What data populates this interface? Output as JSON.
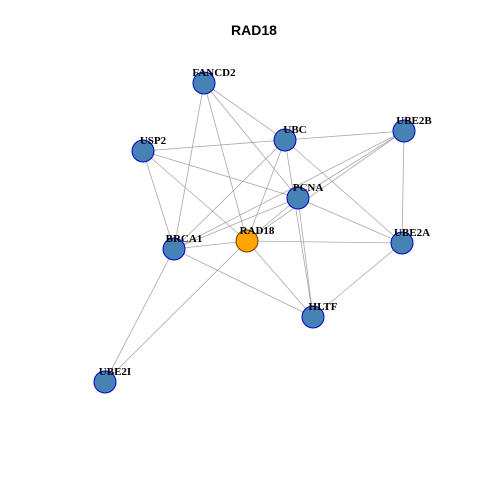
{
  "title": "RAD18",
  "colors": {
    "center_fill": "#FFA500",
    "center_stroke": "#7a3b00",
    "node_fill": "#4682B4",
    "node_stroke": "#0000CD",
    "edge": "#a8a8a8"
  },
  "nodes": [
    {
      "id": "FANCD2",
      "label": "FANCD2",
      "center": false
    },
    {
      "id": "UBC",
      "label": "UBC",
      "center": false
    },
    {
      "id": "UBE2B",
      "label": "UBE2B",
      "center": false
    },
    {
      "id": "USP2",
      "label": "USP2",
      "center": false
    },
    {
      "id": "PCNA",
      "label": "PCNA",
      "center": false
    },
    {
      "id": "RAD18",
      "label": "RAD18",
      "center": true
    },
    {
      "id": "BRCA1",
      "label": "BRCA1",
      "center": false
    },
    {
      "id": "UBE2A",
      "label": "UBE2A",
      "center": false
    },
    {
      "id": "HLTF",
      "label": "HLTF",
      "center": false
    },
    {
      "id": "UBE2I",
      "label": "UBE2I",
      "center": false
    }
  ],
  "edges": [
    [
      "FANCD2",
      "UBC"
    ],
    [
      "FANCD2",
      "PCNA"
    ],
    [
      "FANCD2",
      "RAD18"
    ],
    [
      "FANCD2",
      "BRCA1"
    ],
    [
      "USP2",
      "UBC"
    ],
    [
      "USP2",
      "PCNA"
    ],
    [
      "USP2",
      "RAD18"
    ],
    [
      "USP2",
      "BRCA1"
    ],
    [
      "UBC",
      "UBE2B"
    ],
    [
      "UBC",
      "UBE2A"
    ],
    [
      "UBC",
      "BRCA1"
    ],
    [
      "UBC",
      "RAD18"
    ],
    [
      "UBC",
      "HLTF"
    ],
    [
      "UBE2B",
      "UBE2A"
    ],
    [
      "UBE2B",
      "PCNA"
    ],
    [
      "UBE2B",
      "RAD18"
    ],
    [
      "UBE2B",
      "BRCA1"
    ],
    [
      "PCNA",
      "RAD18"
    ],
    [
      "PCNA",
      "UBE2A"
    ],
    [
      "PCNA",
      "HLTF"
    ],
    [
      "PCNA",
      "BRCA1"
    ],
    [
      "RAD18",
      "BRCA1"
    ],
    [
      "RAD18",
      "UBE2A"
    ],
    [
      "RAD18",
      "HLTF"
    ],
    [
      "BRCA1",
      "HLTF"
    ],
    [
      "BRCA1",
      "UBE2I"
    ],
    [
      "UBE2A",
      "HLTF"
    ],
    [
      "UBE2I",
      "RAD18"
    ]
  ]
}
